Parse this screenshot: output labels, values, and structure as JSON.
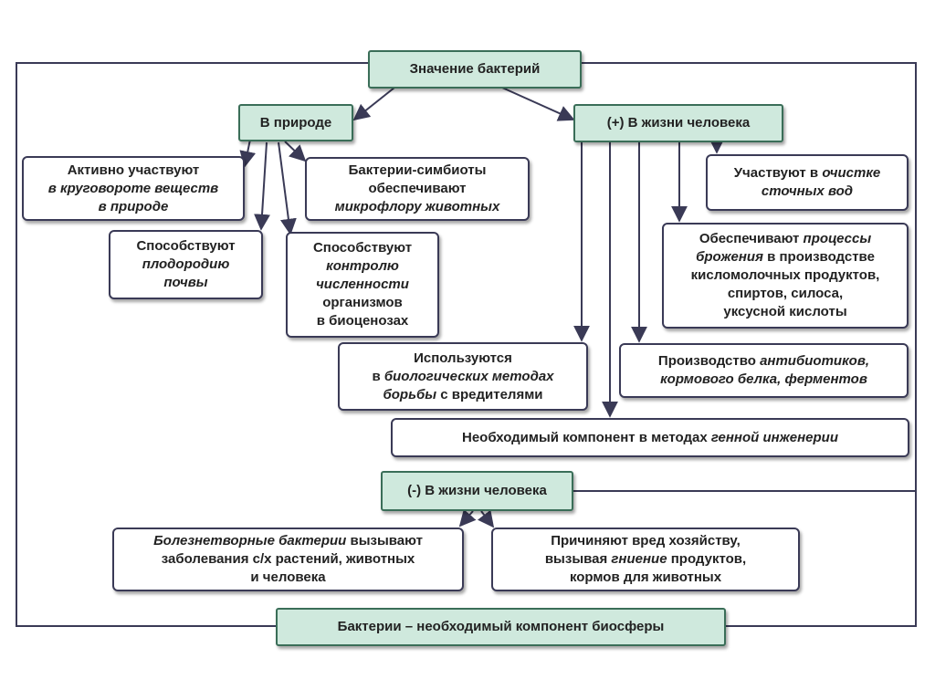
{
  "colors": {
    "line": "#3a3a56",
    "green_fill": "#cfe9dd",
    "green_border": "#3a6e58"
  },
  "title": "Значение бактерий",
  "nature": {
    "label": "В природе",
    "items": [
      {
        "lines": [
          [
            "Активно участвуют"
          ],
          [
            "",
            "в круговороте веществ"
          ],
          [
            "",
            "в природе"
          ]
        ]
      },
      {
        "lines": [
          [
            "Бактерии-симбиоты"
          ],
          [
            "обеспечивают"
          ],
          [
            "",
            "микрофлору животных"
          ]
        ]
      },
      {
        "lines": [
          [
            "Способствуют"
          ],
          [
            "",
            "плодородию"
          ],
          [
            "",
            "почвы"
          ]
        ]
      },
      {
        "lines": [
          [
            "Способствуют"
          ],
          [
            "",
            "контролю"
          ],
          [
            "",
            "численности"
          ],
          [
            "организмов"
          ],
          [
            "в биоценозах"
          ]
        ]
      }
    ]
  },
  "human_positive": {
    "label": "(+) В жизни человека",
    "items": [
      {
        "lines": [
          [
            "Участвуют в ",
            "очистке"
          ],
          [
            "",
            "сточных вод"
          ]
        ]
      },
      {
        "lines": [
          [
            "Обеспечивают ",
            "процессы"
          ],
          [
            "",
            "брожения",
            " в производстве"
          ],
          [
            "кисломолочных продуктов,"
          ],
          [
            "спиртов, силоса,"
          ],
          [
            "уксусной кислоты"
          ]
        ]
      },
      {
        "lines": [
          [
            "Используются"
          ],
          [
            "в ",
            "биологических методах"
          ],
          [
            "",
            "борьбы",
            " с вредителями"
          ]
        ]
      },
      {
        "lines": [
          [
            "Производство ",
            "антибиотиков,"
          ],
          [
            "",
            "кормового белка, ферментов"
          ]
        ]
      },
      {
        "lines": [
          [
            "Необходимый компонент в методах ",
            "генной инженерии"
          ]
        ]
      }
    ]
  },
  "human_negative": {
    "label": "(-) В жизни человека",
    "items": [
      {
        "lines": [
          [
            "",
            "Болезнетворные бактерии",
            " вызывают"
          ],
          [
            "заболевания с/х растений, животных"
          ],
          [
            "и человека"
          ]
        ]
      },
      {
        "lines": [
          [
            "Причиняют вред хозяйству,"
          ],
          [
            "вызывая ",
            "гниение",
            " продуктов,"
          ],
          [
            "кормов для животных"
          ]
        ]
      }
    ]
  },
  "conclusion": "Бактерии – необходимый компонент биосферы"
}
